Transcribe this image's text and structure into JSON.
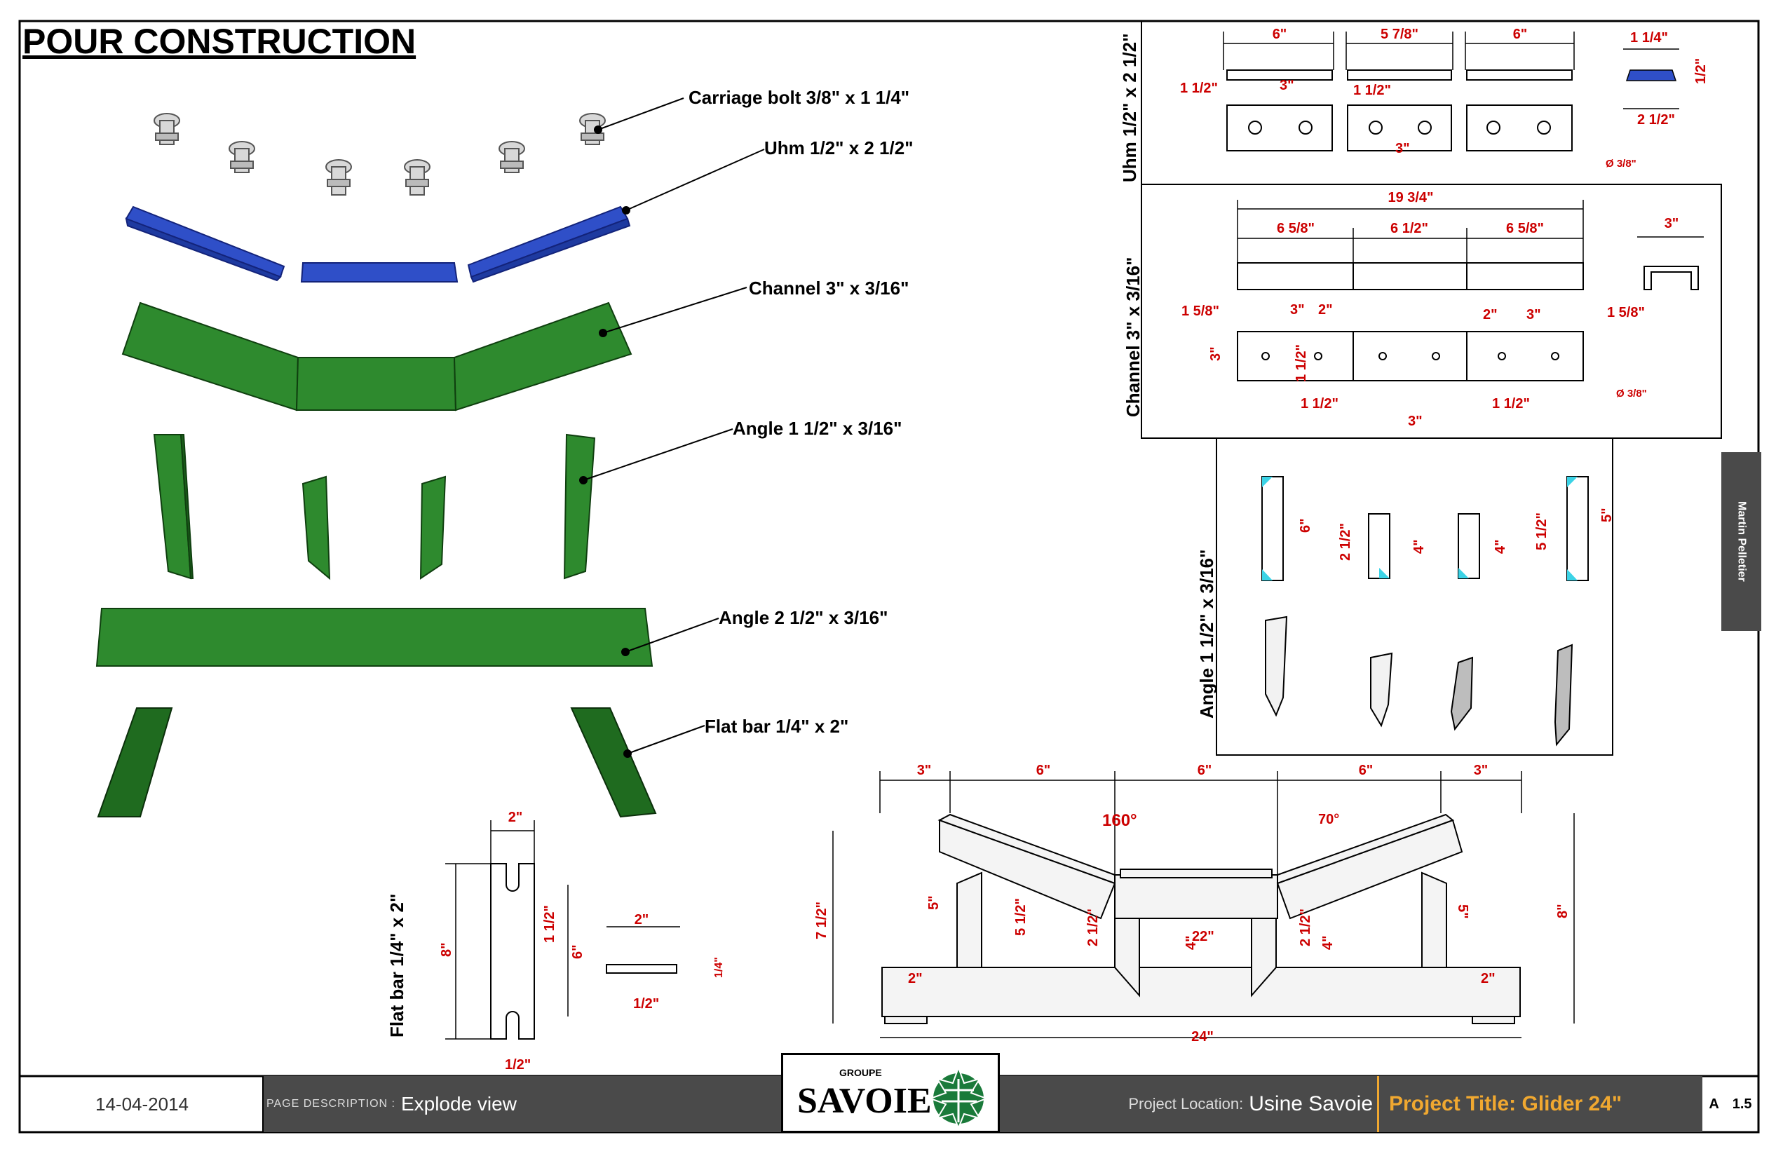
{
  "title": "POUR CONSTRUCTION",
  "callouts": [
    "Carriage bolt 3/8\" x 1 1/4\"",
    "Uhm 1/2\" x 2 1/2\"",
    "Channel 3\" x 3/16\"",
    "Angle 1 1/2\" x 3/16\"",
    "Angle 2 1/2\" x 3/16\"",
    "Flat bar 1/4\" x 2\""
  ],
  "views": {
    "uhm": "Uhm 1/2\" x 2 1/2\"",
    "channel": "Channel 3\" x 3/16\"",
    "angle": "Angle 1 1/2\" x 3/16\"",
    "flatbar": "Flat bar 1/4\" x 2\""
  },
  "dims": {
    "uhm": [
      "6\"",
      "5 7/8\"",
      "6\"",
      "1 1/4\"",
      "1/2\"",
      "1 1/2\"",
      "3\"",
      "1 1/2\"",
      "2 1/2\"",
      "3\"",
      "Ø 3/8\""
    ],
    "channel": [
      "19 3/4\"",
      "6 5/8\"",
      "6 1/2\"",
      "6 5/8\"",
      "3\"",
      "1 5/8\"",
      "3\"",
      "2\"",
      "2\"",
      "3\"",
      "1 5/8\"",
      "3\"",
      "1 1/2\"",
      "1 1/2\"",
      "1 1/2\"",
      "3\"",
      "Ø 3/8\""
    ],
    "angle": [
      "6\"",
      "2 1/2\"",
      "4\"",
      "4\"",
      "5 1/2\"",
      "5\""
    ],
    "assembly": [
      "3\"",
      "6\"",
      "6\"",
      "6\"",
      "3\"",
      "160°",
      "70°",
      "7 1/2\"",
      "5\"",
      "5 1/2\"",
      "2 1/2\"",
      "4\"",
      "22\"",
      "2 1/2\"",
      "4\"",
      "5\"",
      "8\"",
      "2\"",
      "2\"",
      "24\""
    ],
    "flatbar": [
      "2\"",
      "8\"",
      "1 1/2\"",
      "6\"",
      "1/2\"",
      "2\"",
      "1/4\"",
      "1/2\""
    ]
  },
  "designer": "Martin Pelletier",
  "footer": {
    "date": "14-04-2014",
    "page_description_label": "PAGE DESCRIPTION :",
    "page_description": "Explode view",
    "logo_small": "GROUPE",
    "logo_main": "SAVOIE",
    "location_label": "Project Location:",
    "location": "Usine Savoie",
    "project_title": "Project Title: Glider 24\"",
    "sheet_letter": "A",
    "sheet_number": "1.5"
  },
  "colors": {
    "uhm": "#2f4fc8",
    "steel": "#2e8a2e",
    "dim": "#cc0000",
    "footer_dark": "#4a4a4a",
    "accent": "#f0a830"
  }
}
